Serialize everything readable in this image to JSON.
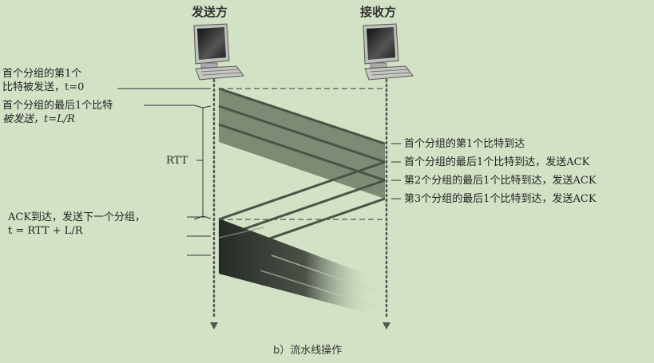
{
  "sender": {
    "title": "发送方"
  },
  "receiver": {
    "title": "接收方"
  },
  "left_labels": {
    "first_bit_sent": {
      "line1": "首个分组的第1个",
      "line2": "比特被发送，t=0"
    },
    "last_bit_sent": {
      "line1": "首个分组的最后1个比特",
      "line2": "被发送，t=L/R"
    },
    "rtt": "RTT",
    "ack_arrives": {
      "line1": "ACK到达，发送下一个分组，",
      "line2": "t = RTT + L/R"
    }
  },
  "right_labels": [
    "首个分组的第1个比特到达",
    "首个分组的最后1个比特到达，发送ACK",
    "第2个分组的最后1个比特到达，发送ACK",
    "第3个分组的最后1个比特到达，发送ACK"
  ],
  "caption": "b）流水线操作",
  "colors": {
    "background": "#d3e2c5",
    "packet_band": "#7d8a74",
    "packet_line": "#4a5346",
    "dark_band": "#2c3029"
  }
}
